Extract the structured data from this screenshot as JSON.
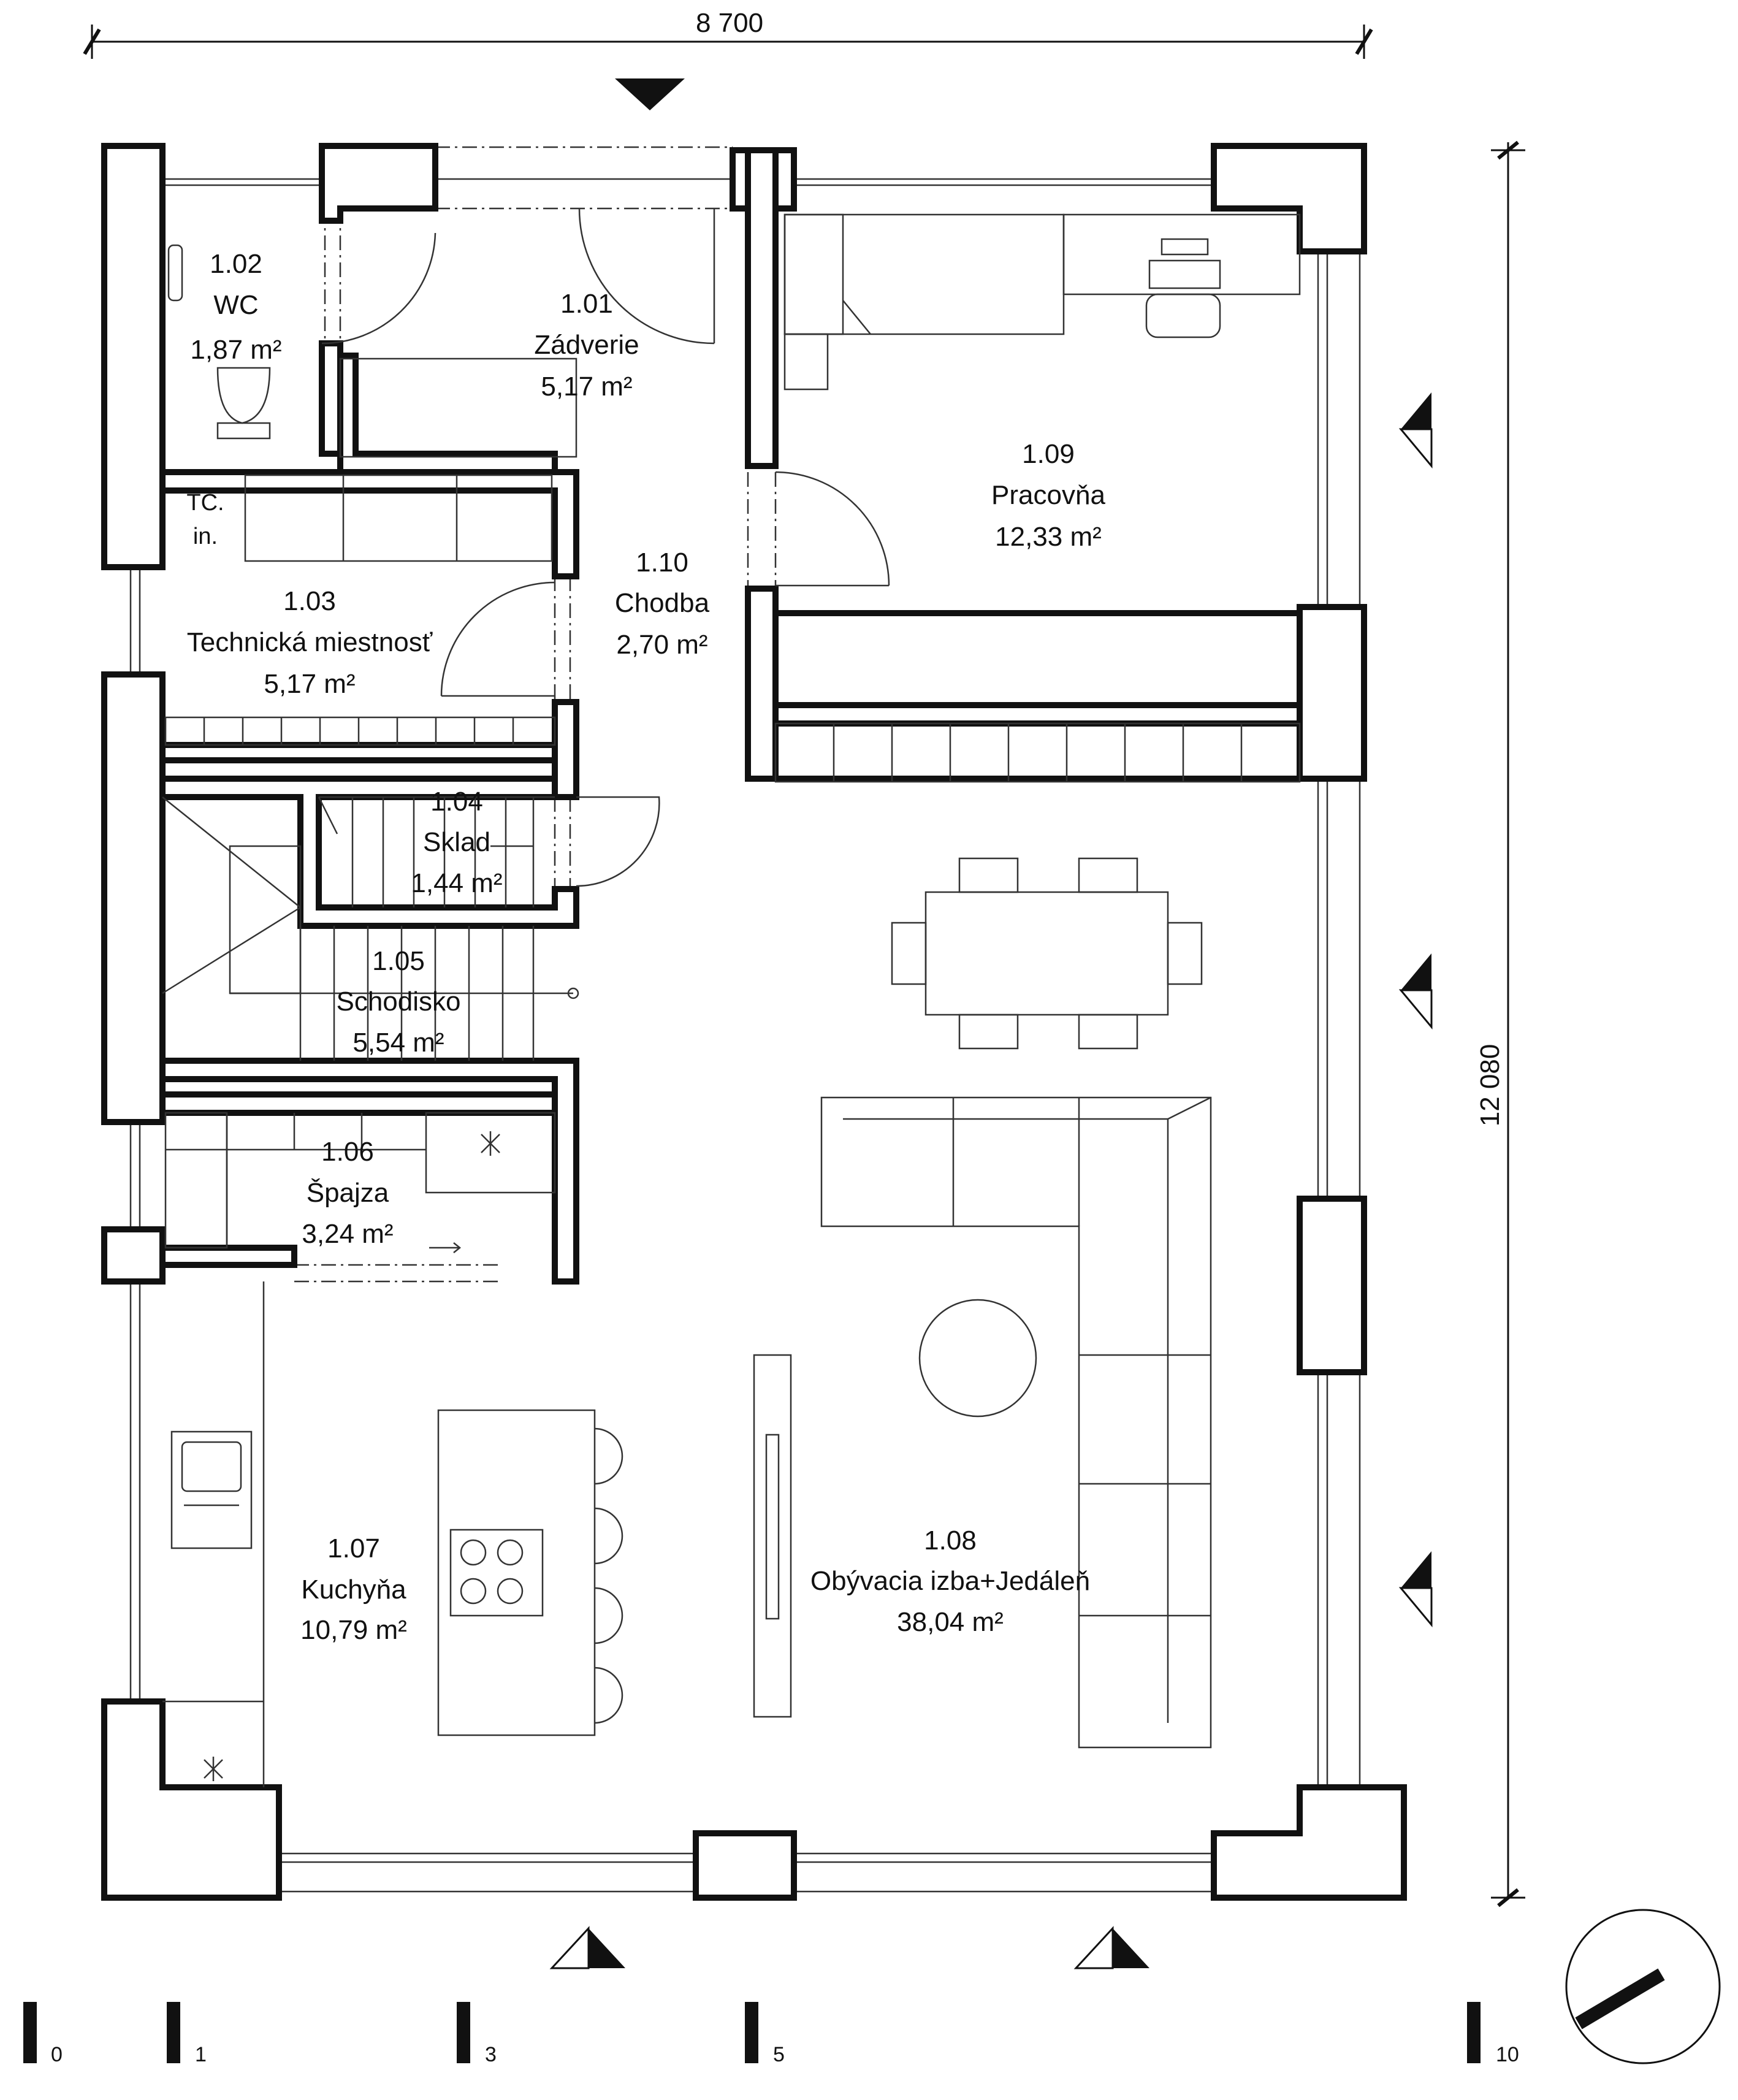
{
  "dimensions": {
    "width": "8 700",
    "height": "12 080"
  },
  "rooms": [
    {
      "id": "1.01",
      "name": "Zádverie",
      "area": "5,17 m²"
    },
    {
      "id": "1.02",
      "name": "WC",
      "area": "1,87 m²"
    },
    {
      "id": "1.03",
      "name": "Technická miestnosť",
      "area": "5,17 m²"
    },
    {
      "id": "1.04",
      "name": "Sklad",
      "area": "1,44 m²"
    },
    {
      "id": "1.05",
      "name": "Schodisko",
      "area": "5,54 m²"
    },
    {
      "id": "1.06",
      "name": "Špajza",
      "area": "3,24 m²"
    },
    {
      "id": "1.07",
      "name": "Kuchyňa",
      "area": "10,79 m²"
    },
    {
      "id": "1.08",
      "name": "Obývacia izba+Jedáleň",
      "area": "38,04 m²"
    },
    {
      "id": "1.09",
      "name": "Pracovňa",
      "area": "12,33 m²"
    },
    {
      "id": "1.10",
      "name": "Chodba",
      "area": "2,70 m²"
    }
  ],
  "equipment_label": {
    "line1": "TČ.",
    "line2": "in."
  },
  "scale_bar": [
    "0",
    "1",
    "3",
    "5",
    "10"
  ],
  "icons": {
    "entrance": "entrance-arrow-icon",
    "section": "section-marker-icon",
    "north": "north-arrow-icon"
  }
}
